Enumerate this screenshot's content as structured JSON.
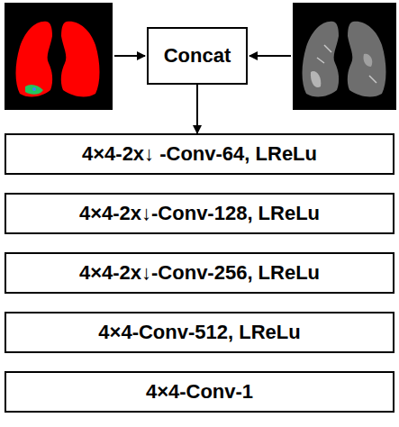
{
  "diagram": {
    "nodes": [
      {
        "text": [
          "Concat"
        ]
      },
      {
        "text": [
          "4×4-2x↓ -Conv-64, LReLu"
        ]
      },
      {
        "text": [
          "4×4-2x↓-Conv-128, LReLu"
        ]
      },
      {
        "text": [
          "4×4-2x↓-Conv-256, LReLu"
        ]
      },
      {
        "text": [
          "4×4-Conv-512, LReLu"
        ]
      },
      {
        "text": [
          "4×4-Conv-1"
        ]
      }
    ],
    "edges": [
      {
        "from": 0,
        "to": 1,
        "arrow": "to"
      }
    ]
  }
}
